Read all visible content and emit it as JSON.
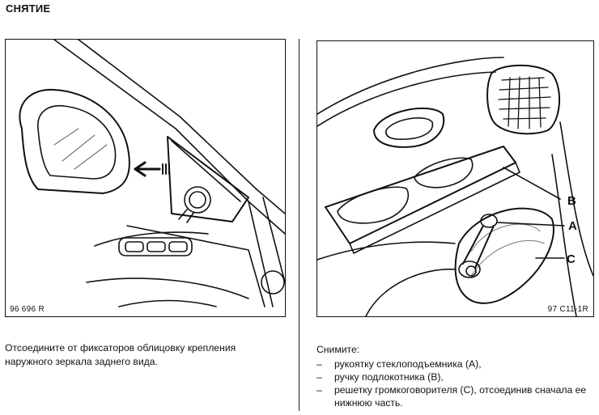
{
  "page": {
    "title": "СНЯТИЕ"
  },
  "figures": {
    "left": {
      "code": "96 696 R",
      "caption": "Отсоедините от фиксаторов облицовку крепления наружного зеркала заднего вида."
    },
    "right": {
      "code": "97 C11-1R",
      "callouts": [
        "B",
        "A",
        "C"
      ],
      "intro": "Снимите:",
      "items": [
        "рукоятку стеклоподъемника (А),",
        "ручку подлокотника (В),",
        "решетку громкоговорителя (С), отсоединив сначала ее нижнюю часть."
      ],
      "bullet": "–"
    }
  }
}
